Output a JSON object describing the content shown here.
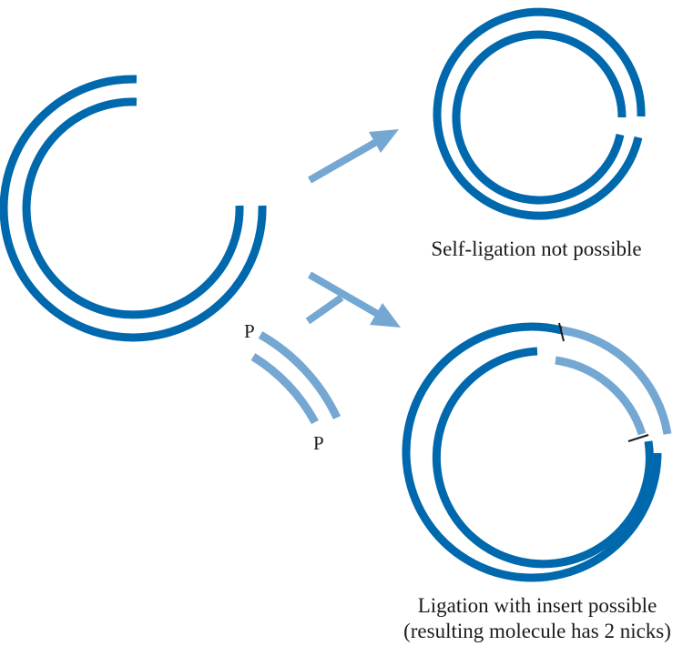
{
  "captions": {
    "self_ligation": "Self-ligation not possible",
    "insert_line1": "Ligation with insert possible",
    "insert_line2": "(resulting molecule has 2 nicks)"
  },
  "insert": {
    "phosphate_top": "P",
    "phosphate_bottom": "P"
  },
  "colors": {
    "vector_dna": "#0068ad",
    "insert_dna": "#75a7d3",
    "arrow": "#75a7d3",
    "nick_mark": "#1a1a1a"
  }
}
